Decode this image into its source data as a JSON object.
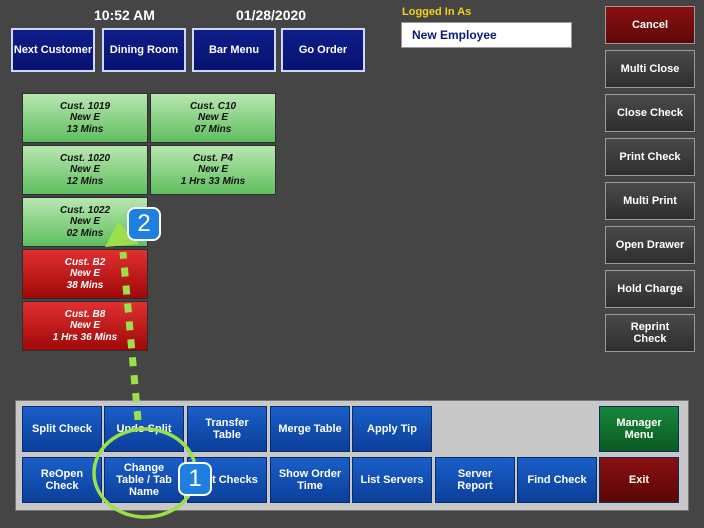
{
  "header": {
    "time": "10:52 AM",
    "date": "01/28/2020",
    "logged_in_label": "Logged In As",
    "employee": "New Employee"
  },
  "nav_buttons": [
    "Next Customer",
    "Dining Room",
    "Bar Menu",
    "Go Order"
  ],
  "side_buttons": [
    "Cancel",
    "Multi Close",
    "Close Check",
    "Print Check",
    "Multi Print",
    "Open Drawer",
    "Hold Charge",
    "Reprint Check"
  ],
  "tabs": [
    {
      "name": "Cust. 1019",
      "server": "New E",
      "time": "13 Mins",
      "status": "green"
    },
    {
      "name": "Cust. C10",
      "server": "New E",
      "time": "07 Mins",
      "status": "green"
    },
    {
      "name": "Cust. 1020",
      "server": "New E",
      "time": "12 Mins",
      "status": "green"
    },
    {
      "name": "Cust. P4",
      "server": "New E",
      "time": "1  Hrs 33 Mins",
      "status": "green"
    },
    {
      "name": "Cust. 1022",
      "server": "New E",
      "time": "02 Mins",
      "status": "green"
    },
    {
      "name": "Cust. B2",
      "server": "New E",
      "time": "38 Mins",
      "status": "red"
    },
    {
      "name": "Cust. B8",
      "server": "New E",
      "time": "1  Hrs 36 Mins",
      "status": "red"
    }
  ],
  "panel_top": [
    "Split Check",
    "Undo Split",
    "Transfer Table",
    "Merge Table",
    "Apply Tip"
  ],
  "panel_bottom": [
    "ReOpen Check",
    "Change Table / Tab Name",
    "List Checks",
    "Show Order Time",
    "List Servers",
    "Server Report",
    "Find Check"
  ],
  "manager_menu": "Manager Menu",
  "exit": "Exit",
  "annotations": {
    "badge1": "1",
    "badge2": "2"
  },
  "colors": {
    "accent_green": "#9be04a",
    "badge_blue": "#1e7fe0"
  }
}
